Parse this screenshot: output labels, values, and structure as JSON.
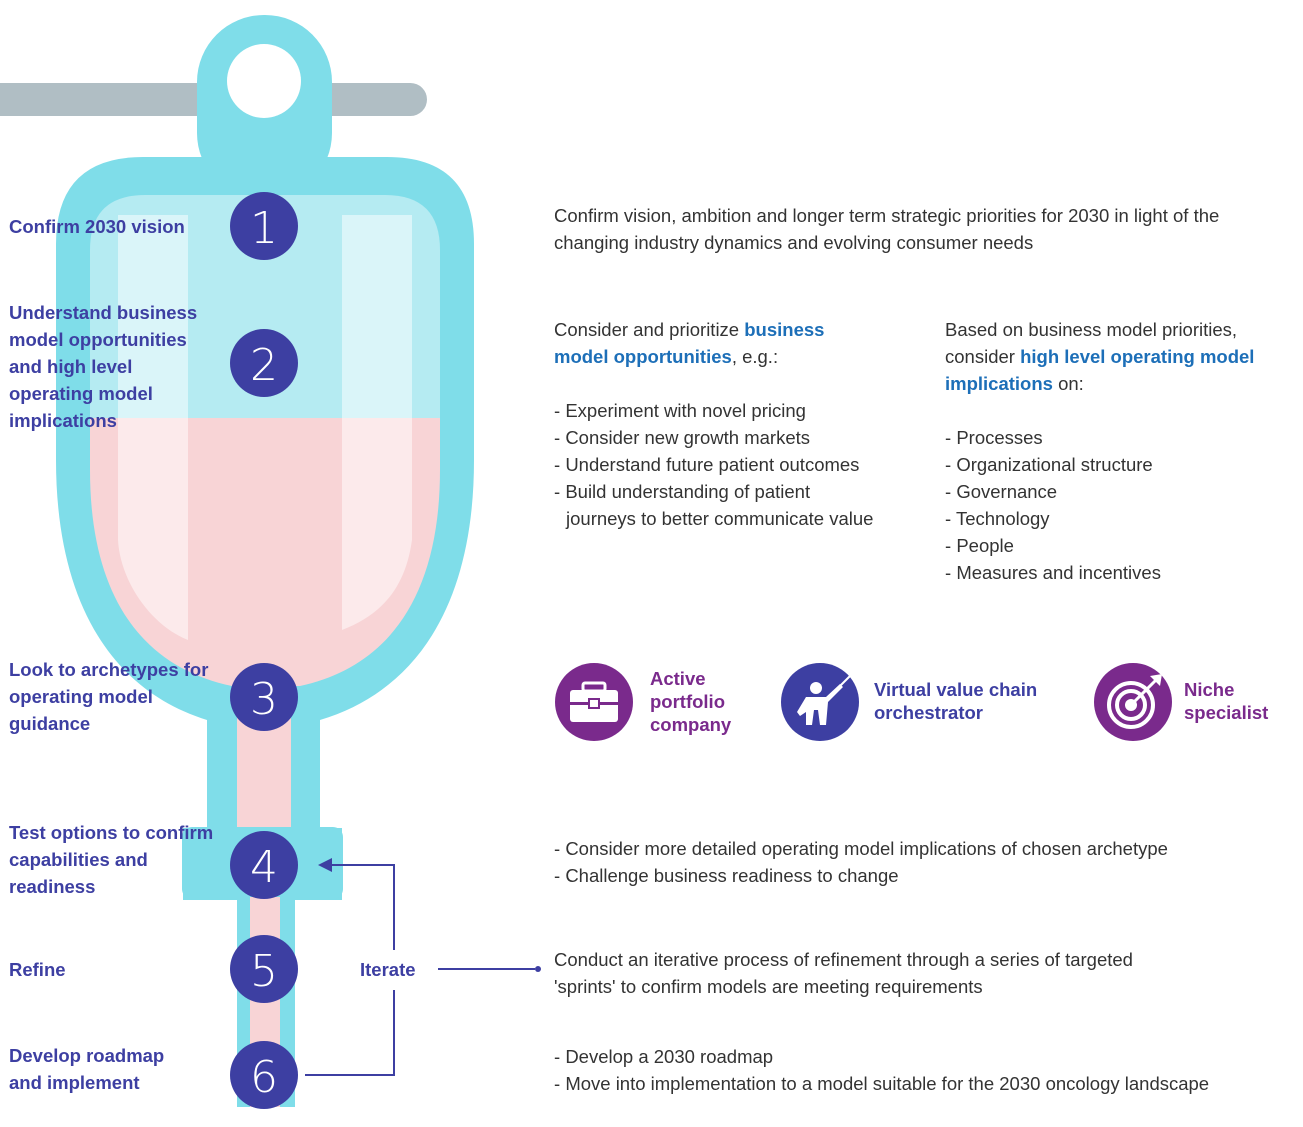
{
  "steps": [
    {
      "number": "1",
      "label": "Confirm 2030 vision"
    },
    {
      "number": "2",
      "label": "Understand business model opportunities and high level operating model implications"
    },
    {
      "number": "3",
      "label": "Look to archetypes for operating model guidance"
    },
    {
      "number": "4",
      "label": "Test options to confirm capabilities and readiness"
    },
    {
      "number": "5",
      "label": "Refine"
    },
    {
      "number": "6",
      "label": "Develop roadmap and implement"
    }
  ],
  "iterate_label": "Iterate",
  "descriptions": {
    "step1": "Confirm vision, ambition and longer term strategic priorities for 2030 in light of the changing industry dynamics and evolving consumer needs",
    "step2_business": {
      "intro_before": "Consider and prioritize ",
      "intro_highlight": "business model opportunities",
      "intro_after": ", e.g.:",
      "items": [
        "Experiment with novel pricing",
        "Consider new growth markets",
        "Understand future patient outcomes",
        "Build understanding of patient journeys to better communicate value"
      ]
    },
    "step2_operating": {
      "intro_before": "Based on business model priorities, consider ",
      "intro_highlight": "high level operating model implications",
      "intro_after": " on:",
      "items": [
        "Processes",
        "Organizational structure",
        "Governance",
        "Technology",
        "People",
        "Measures and incentives"
      ]
    },
    "step4": [
      "Consider more detailed operating model implications of chosen archetype",
      "Challenge business readiness to change"
    ],
    "step5": "Conduct an iterative process of refinement through a series of targeted 'sprints' to confirm models are meeting requirements",
    "step6": [
      "Develop a 2030 roadmap",
      "Move into implementation to a model suitable for the 2030 oncology landscape"
    ]
  },
  "archetypes": [
    {
      "name": "Active portfolio company",
      "icon": "briefcase-icon",
      "color": "#7a2a8c"
    },
    {
      "name": "Virtual value chain orchestrator",
      "icon": "presenter-icon",
      "color": "#3d3fa2"
    },
    {
      "name": "Niche specialist",
      "icon": "target-icon",
      "color": "#7a2a8c"
    }
  ],
  "colors": {
    "bag_outline": "#7fdde9",
    "bag_fill_top": "#b5ebf2",
    "bag_fill_liquid": "#f8d4d6",
    "hanger_bar": "#b0bec4",
    "number_circle": "#3d3fa2",
    "step_label": "#3d3fa2",
    "highlight": "#1d6fb8"
  }
}
